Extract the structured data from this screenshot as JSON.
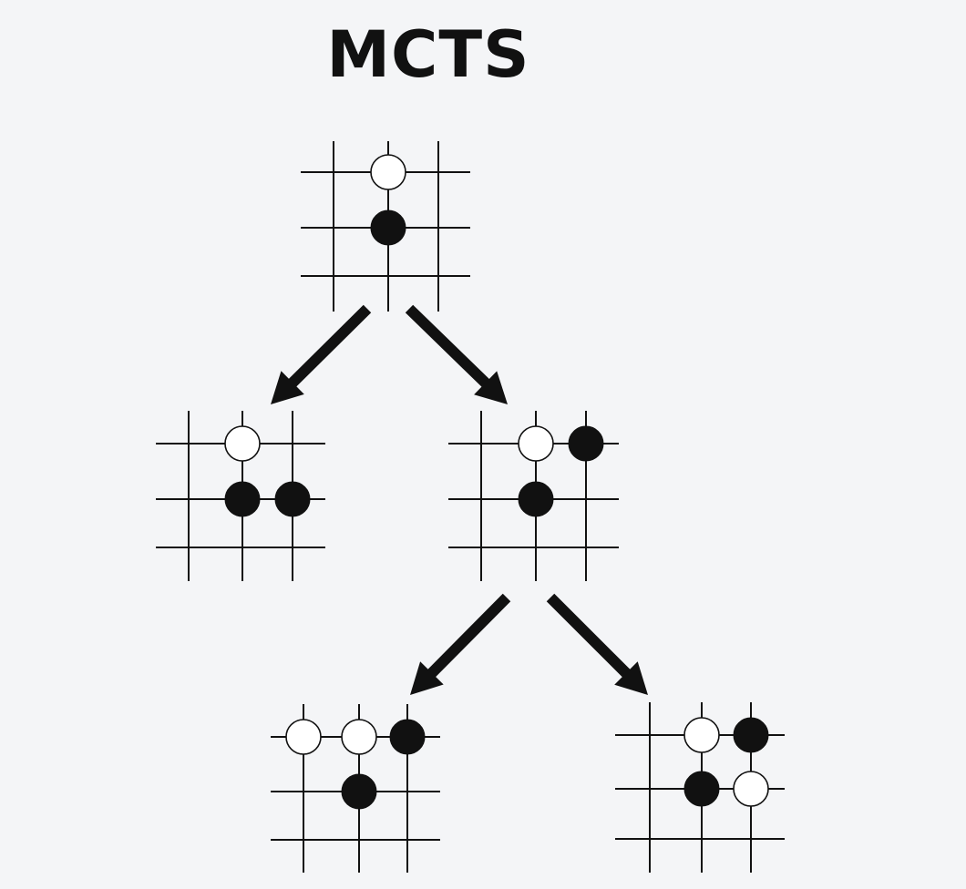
{
  "title": "MCTS",
  "colors": {
    "background": "#f4f5f7",
    "ink": "#111111",
    "white_stone": "#ffffff"
  },
  "stone_labels": {
    "white": "white-stone",
    "black": "black-stone"
  },
  "boards": [
    {
      "id": "root",
      "stones": [
        {
          "col": 1,
          "row": 0,
          "color": "white"
        },
        {
          "col": 1,
          "row": 1,
          "color": "black"
        }
      ]
    },
    {
      "id": "child-left",
      "stones": [
        {
          "col": 1,
          "row": 0,
          "color": "white"
        },
        {
          "col": 1,
          "row": 1,
          "color": "black"
        },
        {
          "col": 2,
          "row": 1,
          "color": "black"
        }
      ]
    },
    {
      "id": "child-right",
      "stones": [
        {
          "col": 1,
          "row": 0,
          "color": "white"
        },
        {
          "col": 2,
          "row": 0,
          "color": "black"
        },
        {
          "col": 1,
          "row": 1,
          "color": "black"
        }
      ]
    },
    {
      "id": "grandchild-left",
      "stones": [
        {
          "col": 0,
          "row": 0,
          "color": "white"
        },
        {
          "col": 1,
          "row": 0,
          "color": "white"
        },
        {
          "col": 2,
          "row": 0,
          "color": "black"
        },
        {
          "col": 1,
          "row": 1,
          "color": "black"
        }
      ]
    },
    {
      "id": "grandchild-right",
      "stones": [
        {
          "col": 1,
          "row": 0,
          "color": "white"
        },
        {
          "col": 2,
          "row": 0,
          "color": "black"
        },
        {
          "col": 1,
          "row": 1,
          "color": "black"
        },
        {
          "col": 2,
          "row": 1,
          "color": "white"
        }
      ]
    }
  ],
  "edges": [
    {
      "from": "root",
      "to": "child-left"
    },
    {
      "from": "root",
      "to": "child-right"
    },
    {
      "from": "child-right",
      "to": "grandchild-left"
    },
    {
      "from": "child-right",
      "to": "grandchild-right"
    }
  ]
}
